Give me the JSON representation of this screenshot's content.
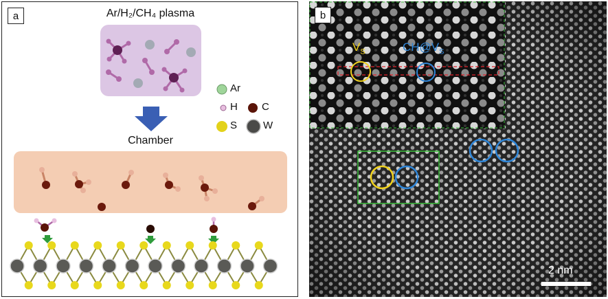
{
  "panel_a": {
    "label": "a",
    "plasma_title": "Ar/H₂/CH₄ plasma",
    "chamber_label": "Chamber",
    "legend": [
      {
        "key": "ar",
        "label": "Ar",
        "color": "#9fd59a"
      },
      {
        "key": "h",
        "label": "H",
        "color": "#e8bfe0"
      },
      {
        "key": "c",
        "label": "C",
        "color": "#5a1408"
      },
      {
        "key": "s",
        "label": "S",
        "color": "#e3d21a"
      },
      {
        "key": "w",
        "label": "W",
        "color": "#4a4a48"
      }
    ],
    "colors": {
      "plasma_box": "#dcc6e4",
      "chamber_box": "#f4cdb3",
      "arrow": "#3a5fb4",
      "methane_c": "#5e2054",
      "methane_h": "#b06aa8",
      "argon": "#a3aab4",
      "surface_arrow": "#2f9c3c",
      "s_atom": "#e8d81c",
      "w_atom": "#5a5a56"
    }
  },
  "panel_b": {
    "label": "b",
    "vs_label": "V",
    "vs_sub": "S",
    "chv_label": "CH@V",
    "chv_sub": "S",
    "scale_bar_label": "2 nm",
    "colors": {
      "vs_circle": "#f0d21e",
      "chv_circle": "#2f86d8",
      "inset_box": "#3cbf3c",
      "dashed_box": "#e0202a"
    }
  }
}
